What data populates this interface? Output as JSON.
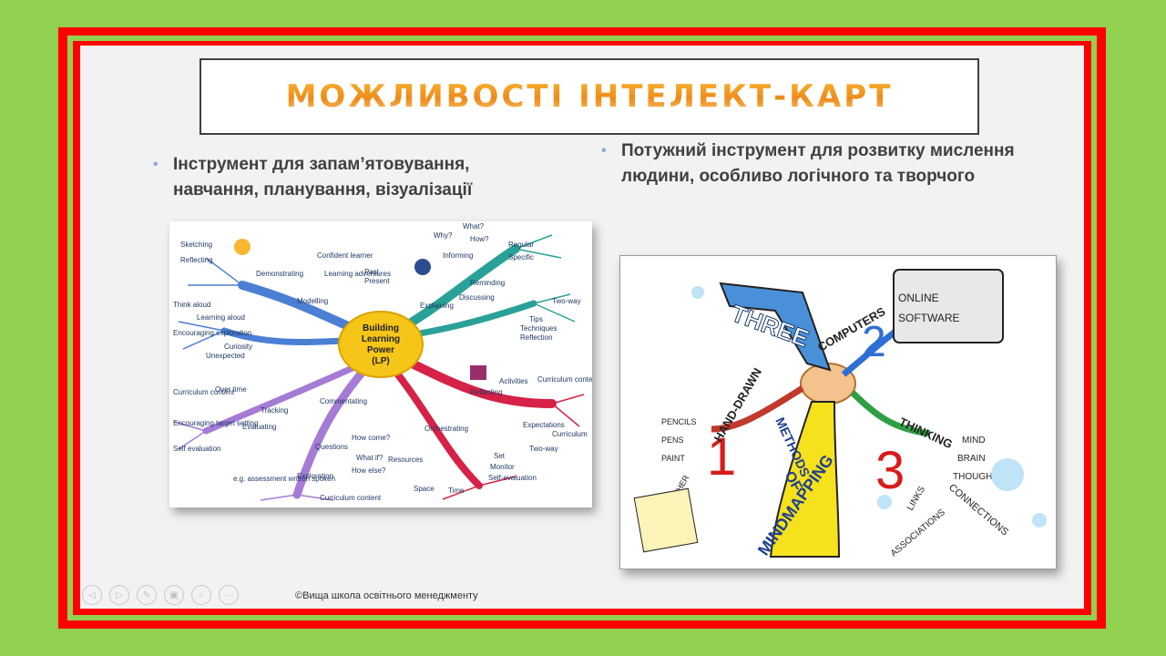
{
  "slide": {
    "title": "МОЖЛИВОСТІ ІНТЕЛЕКТ-КАРТ",
    "bullets": [
      "Інструмент для запам’ятовування, навчання, планування, візуалізації",
      "Потужний інструмент для розвитку мислення людини, особливо логічного та творчого"
    ],
    "footer": "©Вища школа освітнього менеджменту"
  },
  "left_map": {
    "center_lines": [
      "Building",
      "Learning",
      "Power",
      "(LP)"
    ],
    "branches": [
      "Modelling",
      "Learning aloud",
      "Demonstrating",
      "Explaining",
      "Reminding",
      "Informing",
      "Reflecting",
      "Commentating",
      "Tracking",
      "Evaluating",
      "Questions",
      "Orchestrating"
    ],
    "leaves": [
      "Sketching",
      "Reflecting",
      "Think aloud",
      "Encouraging exploration",
      "Curiosity",
      "Unexpected",
      "Curriculum content",
      "Over time",
      "Encouraging target setting",
      "Self evaluation",
      "e.g. assessment written spoken",
      "Curriculum content",
      "How come?",
      "What if?",
      "How else?",
      "Exploration",
      "Why?",
      "How?",
      "What?",
      "Regular",
      "Specific",
      "Discussing",
      "Two-way",
      "Tips",
      "Techniques",
      "Reflection",
      "Expectations",
      "Curriculum",
      "Two-way",
      "Set",
      "Monitor",
      "Self-evaluation",
      "Resources",
      "Space",
      "Time",
      "Activities",
      "Curriculum content LP",
      "Past",
      "Present",
      "Learning adventures",
      "Confident learner"
    ]
  },
  "right_map": {
    "main": [
      "THREE",
      "METHODS",
      "OF",
      "MINDMAPPING"
    ],
    "numbers": [
      "1",
      "2",
      "3"
    ],
    "branches": [
      "HAND-DRAWN",
      "COMPUTERS",
      "THINKING"
    ],
    "sub_left": [
      "PENCILS",
      "PENS",
      "PAINT",
      "OTHER"
    ],
    "sub_top": [
      "ONLINE",
      "SOFTWARE"
    ],
    "sub_right": [
      "MIND",
      "BRAIN",
      "THOUGHTS",
      "LINKS",
      "ASSOCIATIONS",
      "CONNECTIONS"
    ]
  },
  "controls": {
    "prev": "◁",
    "play": "▷",
    "pen": "✎",
    "screen": "▣",
    "zoom": "⌕",
    "more": "···"
  },
  "colors": {
    "background": "#92d050",
    "frame": "#ff0000",
    "slide": "#f2f2f2",
    "title_gradient": "#f39c1e",
    "bullet_dot": "#8faadc",
    "text": "#404040"
  }
}
